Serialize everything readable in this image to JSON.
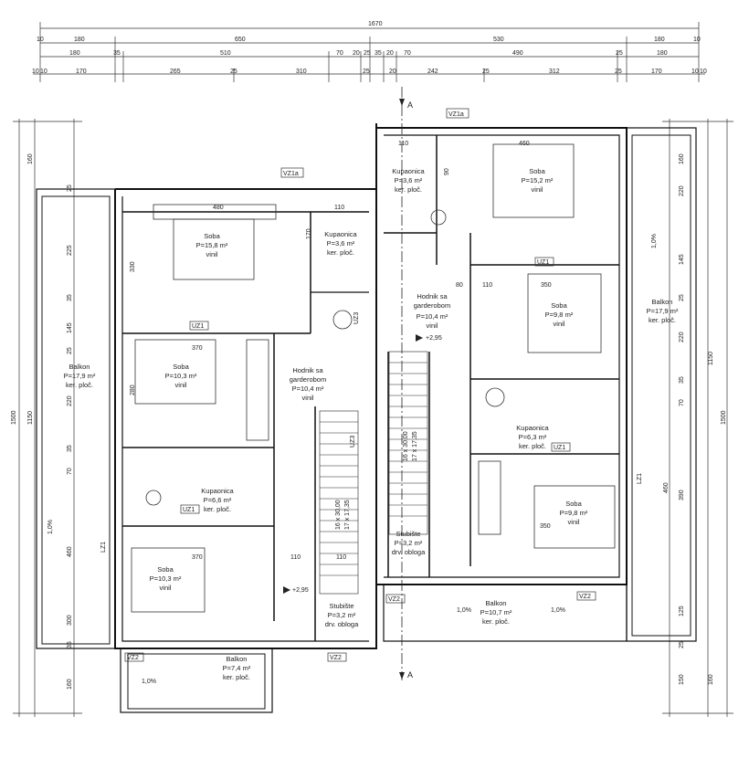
{
  "dims": {
    "total": "1670",
    "row1": [
      "10",
      "180",
      "650",
      "530",
      "180",
      "10"
    ],
    "row2": [
      "180",
      "35",
      "510",
      "70",
      "20",
      "25",
      "35",
      "20",
      "70",
      "490",
      "25",
      "180"
    ],
    "row3": [
      "10",
      "10",
      "170",
      "265",
      "25",
      "310",
      "25",
      "20",
      "242",
      "25",
      "312",
      "25",
      "170",
      "10",
      "10"
    ],
    "left_total": "1150",
    "right_total": "1150",
    "left_outer": "1500",
    "right_outer": "1500",
    "left_col": [
      "160",
      "25",
      "225",
      "35",
      "145",
      "25",
      "220",
      "35",
      "70",
      "460",
      "300",
      "35",
      "160"
    ],
    "right_col": [
      "160",
      "220",
      "145",
      "25",
      "220",
      "35",
      "70",
      "460",
      "390",
      "125",
      "25",
      "150",
      "160"
    ]
  },
  "rooms": [
    {
      "name": "Soba",
      "area": "P=15,8 m²",
      "floor": "vinil"
    },
    {
      "name": "Kupaonica",
      "area": "P=3,6 m²",
      "floor": "ker. ploč."
    },
    {
      "name": "Soba",
      "area": "P=10,3 m²",
      "floor": "vinil"
    },
    {
      "name": "Hodnik sa",
      "name2": "garderobom",
      "area": "P=10,4 m²",
      "floor": "vinil"
    },
    {
      "name": "Kupaonica",
      "area": "P=6,6 m²",
      "floor": "ker. ploč."
    },
    {
      "name": "Soba",
      "area": "P=10,3 m²",
      "floor": "vinil"
    },
    {
      "name": "Stubište",
      "area": "P=3,2 m²",
      "floor": "drv. obloga"
    },
    {
      "name": "Balkon",
      "area": "P=7,4 m²",
      "floor": "ker. ploč."
    },
    {
      "name": "Balkon",
      "area": "P=17,9 m²",
      "floor": "ker. ploč."
    },
    {
      "name": "Kupaonica",
      "area": "P=3,6 m²",
      "floor": "ker. ploč."
    },
    {
      "name": "Soba",
      "area": "P=15,2 m²",
      "floor": "vinil"
    },
    {
      "name": "Hodnik sa",
      "name2": "garderobom",
      "area": "P=10,4 m²",
      "floor": "vinil"
    },
    {
      "name": "Soba",
      "area": "P=9,8 m²",
      "floor": "vinil"
    },
    {
      "name": "Balkon",
      "area": "P=17,9 m²",
      "floor": "ker. ploč."
    },
    {
      "name": "Kupaonica",
      "area": "P=6,3 m²",
      "floor": "ker. ploč."
    },
    {
      "name": "Soba",
      "area": "P=9,8 m²",
      "floor": "vinil"
    },
    {
      "name": "Stubište",
      "area": "P=3,2 m²",
      "floor": "drv. obloga"
    },
    {
      "name": "Balkon",
      "area": "P=10,7 m²",
      "floor": "ker. ploč."
    }
  ],
  "tags": {
    "vz1a": "VZ1a",
    "uz1": "UZ1",
    "vz2": "VZ2",
    "lz1": "LZ1",
    "uz3": "UZ3"
  },
  "interior_dims": [
    "480",
    "110",
    "370",
    "110",
    "110",
    "370",
    "110",
    "460",
    "350",
    "80",
    "110",
    "350",
    "330",
    "170",
    "90",
    "280"
  ],
  "levels": [
    "+2,95",
    "+2,95"
  ],
  "stairs": [
    "16 x 30,00",
    "17 x 17,35"
  ],
  "section": "A",
  "slope": "1,0%"
}
